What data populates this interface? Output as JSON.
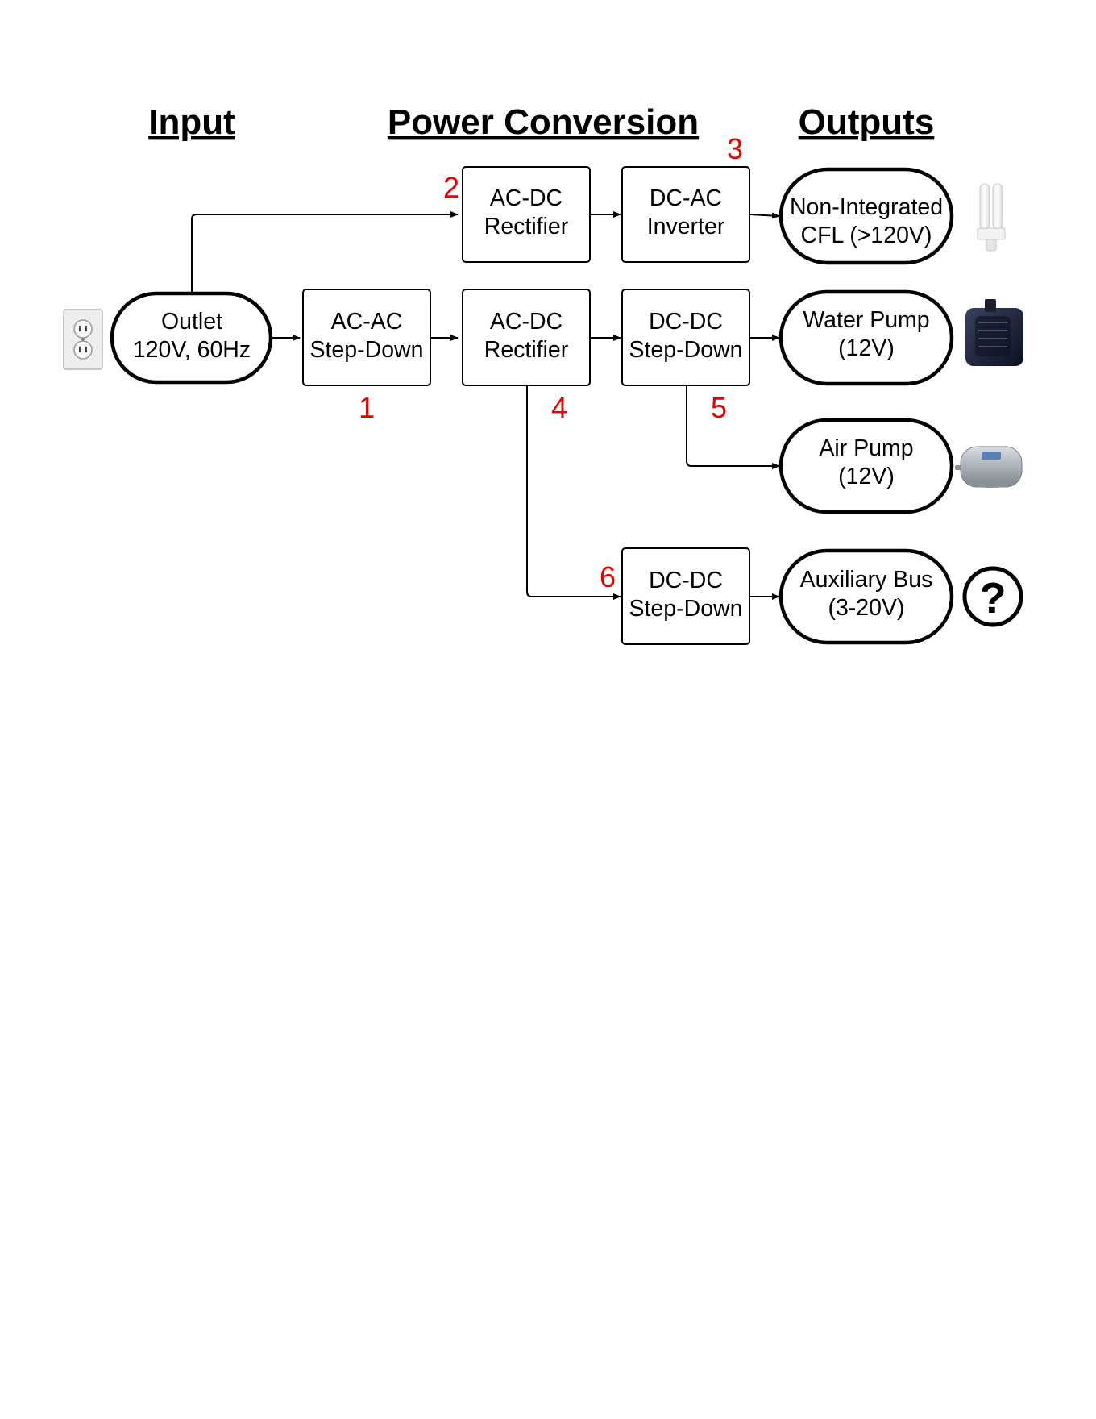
{
  "headers": {
    "input": "Input",
    "conversion": "Power Conversion",
    "outputs": "Outputs"
  },
  "blocks": {
    "outlet": [
      "Outlet",
      "120V, 60Hz"
    ],
    "ac_ac_stepdown": [
      "AC-AC",
      "Step-Down"
    ],
    "ac_dc_rectifier_top": [
      "AC-DC",
      "Rectifier"
    ],
    "dc_ac_inverter": [
      "DC-AC",
      "Inverter"
    ],
    "ac_dc_rectifier_mid": [
      "AC-DC",
      "Rectifier"
    ],
    "dc_dc_stepdown_mid": [
      "DC-DC",
      "Step-Down"
    ],
    "dc_dc_stepdown_bottom": [
      "DC-DC",
      "Step-Down"
    ]
  },
  "outputs": {
    "cfl": [
      "Non-Integrated",
      "CFL (>120V)"
    ],
    "water_pump": [
      "Water Pump",
      "(12V)"
    ],
    "air_pump": [
      "Air Pump",
      "(12V)"
    ],
    "aux_bus": [
      "Auxiliary Bus",
      "(3-20V)"
    ]
  },
  "stage_numbers": [
    "1",
    "2",
    "3",
    "4",
    "5",
    "6"
  ],
  "icons": {
    "outlet": "wall-outlet-icon",
    "cfl": "cfl-bulb-icon",
    "water_pump": "water-pump-icon",
    "air_pump": "air-pump-icon",
    "aux_bus": "question-mark-icon",
    "question_glyph": "?"
  },
  "colors": {
    "stage_number": "#e00000",
    "line": "#000000"
  }
}
